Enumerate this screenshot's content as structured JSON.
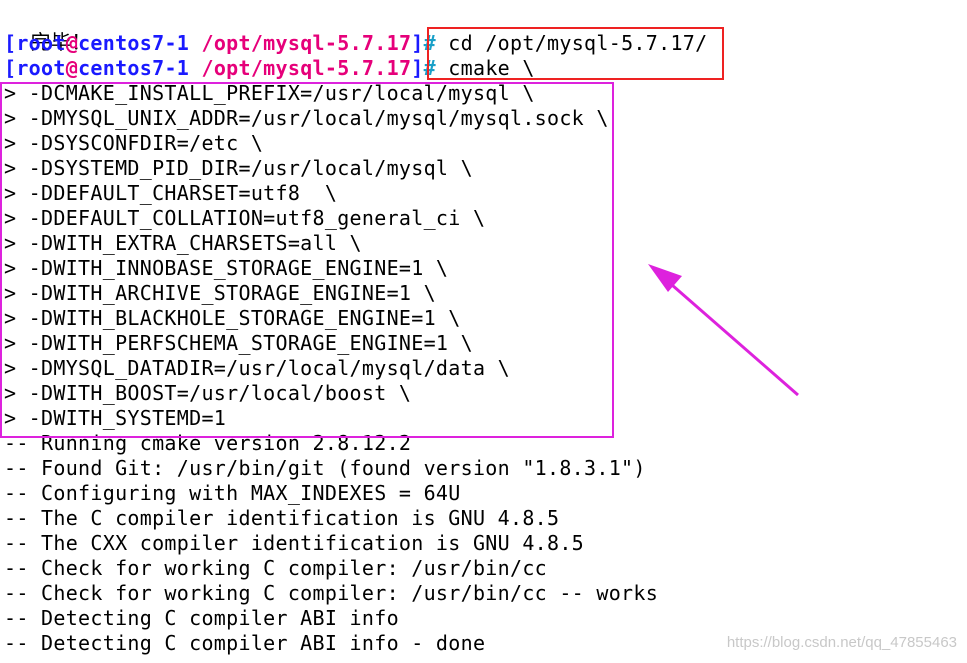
{
  "terminal": {
    "first_line": "完毕！",
    "prompt": {
      "open_bracket": "[",
      "user": "root",
      "at": "@",
      "host": "centos7-1",
      "path": " /opt/mysql-5.7.17",
      "close_bracket": "]",
      "hash": "#"
    },
    "commands": [
      " cd /opt/mysql-5.7.17/",
      " cmake \\"
    ],
    "continuation_lines": [
      "> -DCMAKE_INSTALL_PREFIX=/usr/local/mysql \\",
      "> -DMYSQL_UNIX_ADDR=/usr/local/mysql/mysql.sock \\",
      "> -DSYSCONFDIR=/etc \\",
      "> -DSYSTEMD_PID_DIR=/usr/local/mysql \\",
      "> -DDEFAULT_CHARSET=utf8  \\",
      "> -DDEFAULT_COLLATION=utf8_general_ci \\",
      "> -DWITH_EXTRA_CHARSETS=all \\",
      "> -DWITH_INNOBASE_STORAGE_ENGINE=1 \\",
      "> -DWITH_ARCHIVE_STORAGE_ENGINE=1 \\",
      "> -DWITH_BLACKHOLE_STORAGE_ENGINE=1 \\",
      "> -DWITH_PERFSCHEMA_STORAGE_ENGINE=1 \\",
      "> -DMYSQL_DATADIR=/usr/local/mysql/data \\",
      "> -DWITH_BOOST=/usr/local/boost \\",
      "> -DWITH_SYSTEMD=1"
    ],
    "output_lines": [
      "-- Running cmake version 2.8.12.2",
      "-- Found Git: /usr/bin/git (found version \"1.8.3.1\")",
      "-- Configuring with MAX_INDEXES = 64U",
      "-- The C compiler identification is GNU 4.8.5",
      "-- The CXX compiler identification is GNU 4.8.5",
      "-- Check for working C compiler: /usr/bin/cc",
      "-- Check for working C compiler: /usr/bin/cc -- works",
      "-- Detecting C compiler ABI info",
      "-- Detecting C compiler ABI info - done"
    ]
  },
  "annotations": {
    "command_box_color": "#ee2222",
    "options_box_color": "#dd22dd",
    "arrow_color": "#dd22dd"
  },
  "watermark": "https://blog.csdn.net/qq_47855463"
}
